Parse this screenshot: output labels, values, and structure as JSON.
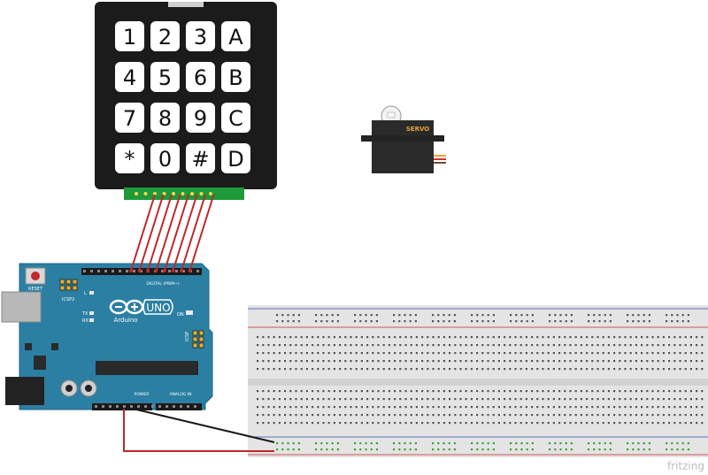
{
  "keypad": {
    "keys": [
      "1",
      "2",
      "3",
      "A",
      "4",
      "5",
      "6",
      "B",
      "7",
      "8",
      "9",
      "C",
      "*",
      "0",
      "#",
      "D"
    ],
    "colors": {
      "body": "#1b1b1b",
      "key": "#ffffff",
      "connector": "#1f9a3a"
    }
  },
  "servo": {
    "label": "SERVO",
    "colors": {
      "body": "#2a2a2a",
      "label": "#e8a33a"
    }
  },
  "arduino": {
    "board_name": "UNO",
    "brand": "Arduino",
    "reset_label": "RESET",
    "icsp2_label": "ICSP2",
    "icsp_label": "ICSP",
    "on_label": "ON",
    "tx_label": "TX",
    "rx_label": "RX",
    "l_label": "L",
    "digital_label": "DIGITAL (PWM~)",
    "power_label": "POWER",
    "analog_label": "ANALOG IN",
    "colors": {
      "board": "#2b7fa3",
      "chip": "#2a2a2a"
    }
  },
  "wires": {
    "keypad_color": "#c0282b",
    "power_color": "#c0282b",
    "ground_color": "#1a1a1a"
  },
  "breadboard": {
    "colors": {
      "body": "#e4e4e4",
      "rail_red": "#d25555",
      "rail_blue": "#5b6fc4",
      "hole": "#555555",
      "active": "#3aa33a"
    }
  },
  "watermark": "fritzing"
}
